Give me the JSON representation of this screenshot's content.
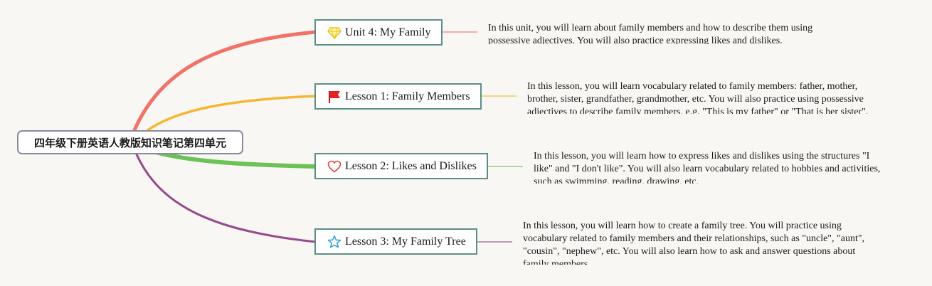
{
  "root": {
    "label": "四年级下册英语人教版知识笔记第四单元"
  },
  "topics": [
    {
      "label": "Unit 4: My Family",
      "icon": "diamond-icon",
      "color": "#f07268",
      "note": "In this unit, you will learn about family members and how to describe them using possessive adjectives. You will also practice expressing likes and dislikes."
    },
    {
      "label": "Lesson 1: Family Members",
      "icon": "red-flag-icon",
      "color": "#f5b731",
      "note": "In this lesson, you will learn vocabulary related to family members: father, mother, brother, sister, grandfather, grandmother, etc. You will also practice using possessive adjectives to describe family members, e.g. \"This is my father\" or \"That is her sister\"."
    },
    {
      "label": "Lesson 2: Likes and Dislikes",
      "icon": "heart-icon",
      "color": "#6cc257",
      "note": "In this lesson, you will learn how to express likes and dislikes using the structures \"I like\" and \"I don't like\". You will also learn vocabulary related to hobbies and activities, such as swimming, reading, drawing, etc."
    },
    {
      "label": "Lesson 3: My Family Tree",
      "icon": "star-icon",
      "color": "#954a8c",
      "note": "In this lesson, you will learn how to create a family tree. You will practice using vocabulary related to family members and their relationships, such as \"uncle\", \"aunt\", \"cousin\", \"nephew\", etc. You will also learn how to ask and answer questions about family members."
    }
  ]
}
